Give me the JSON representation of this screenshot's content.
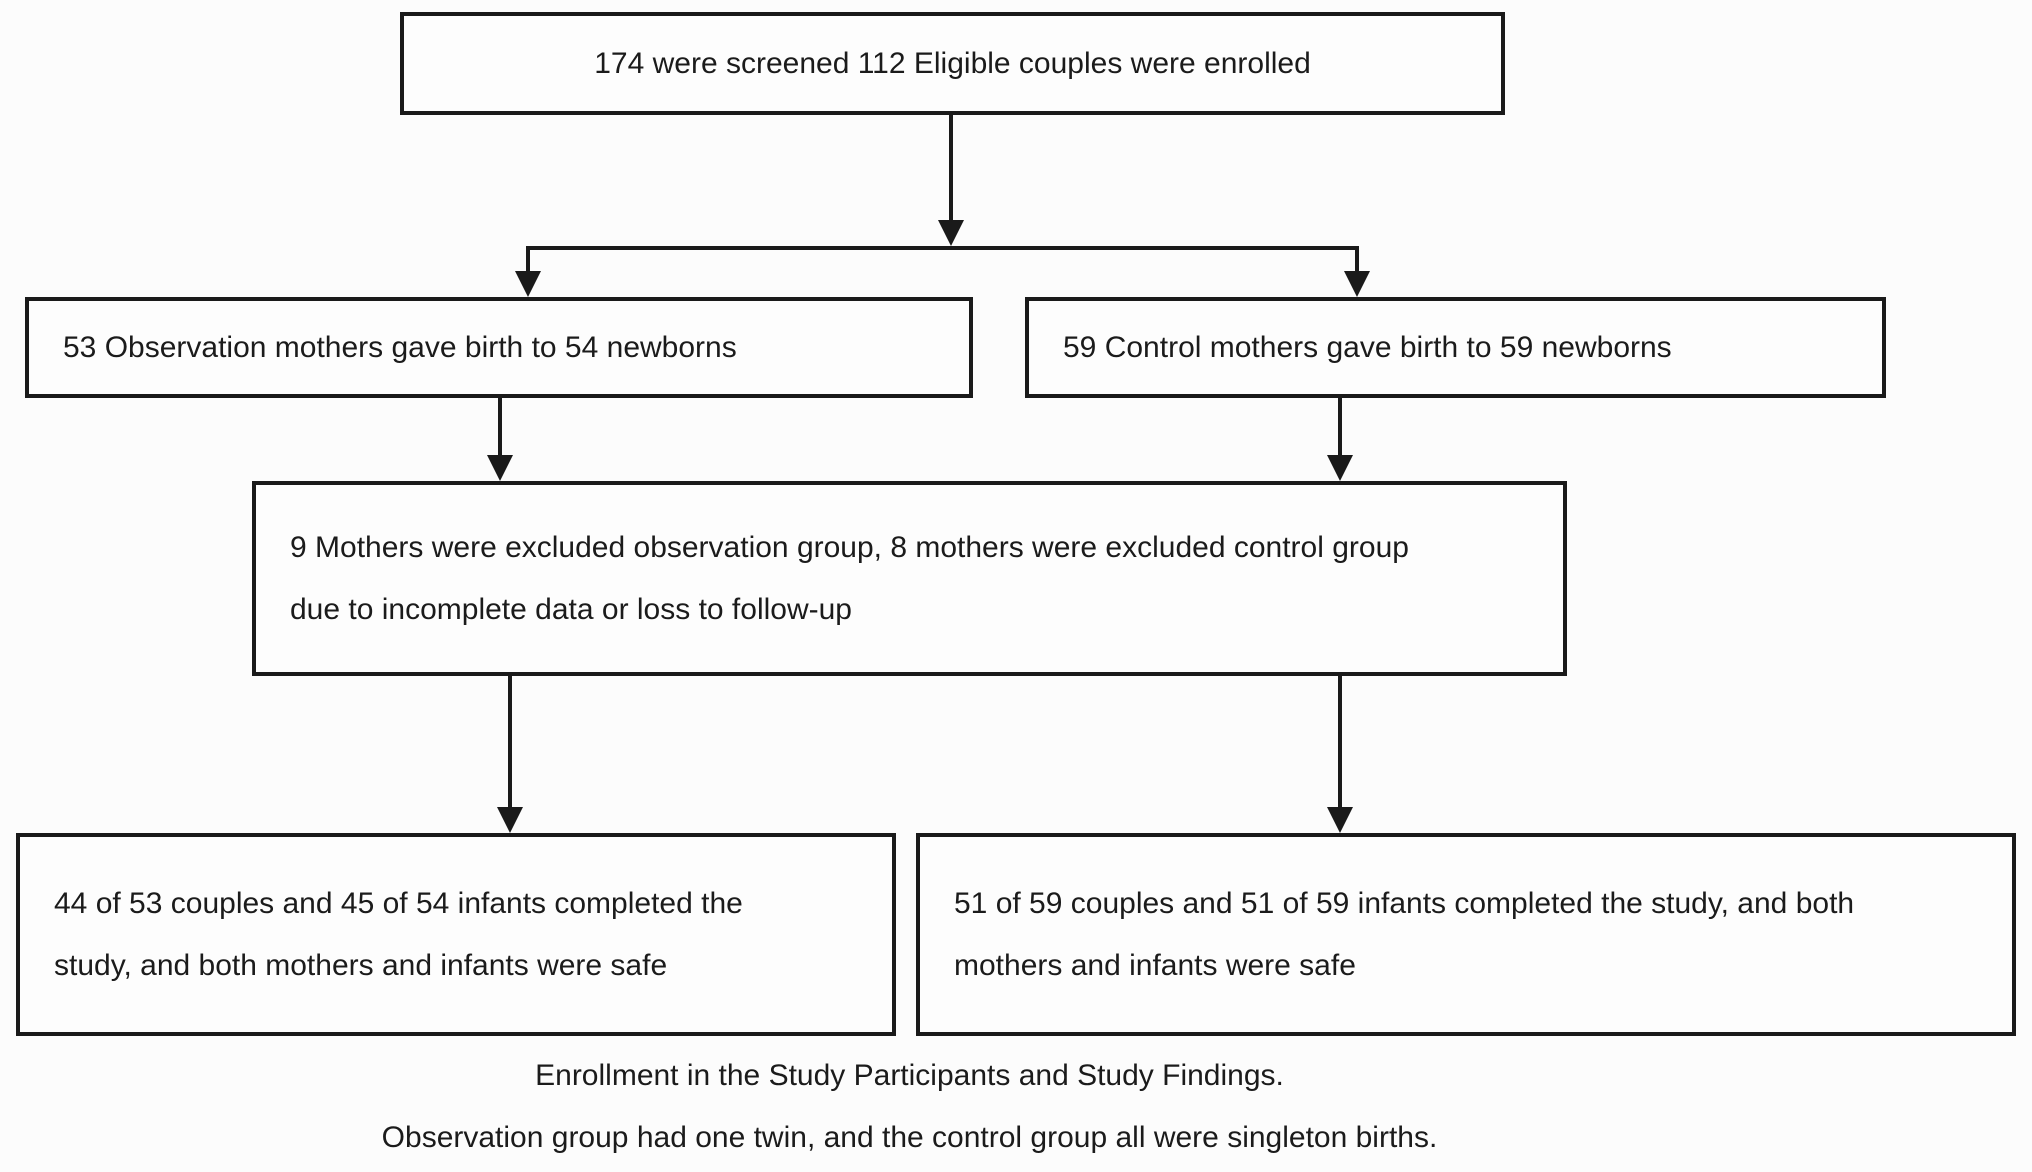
{
  "flowchart": {
    "nodes": [
      {
        "id": "screened-enrolled",
        "lines": [
          "174 were screened 112 Eligible couples were enrolled"
        ]
      },
      {
        "id": "observation-births",
        "lines": [
          "53 Observation mothers gave birth to 54 newborns"
        ]
      },
      {
        "id": "control-births",
        "lines": [
          "59 Control mothers gave birth to 59 newborns"
        ]
      },
      {
        "id": "excluded",
        "lines": [
          "9 Mothers were excluded observation group, 8 mothers were excluded control group",
          "due to incomplete data or loss to follow-up"
        ]
      },
      {
        "id": "observation-completed",
        "lines": [
          "44 of 53 couples and 45 of 54 infants completed the",
          "study, and both mothers and infants were safe"
        ]
      },
      {
        "id": "control-completed",
        "lines": [
          "51 of 59 couples and 51 of 59 infants completed the study, and both",
          "mothers and infants were safe"
        ]
      }
    ],
    "caption": {
      "line1": "Enrollment in the Study Participants and Study Findings.",
      "line2": "Observation group had one twin, and the control group all were singleton births."
    },
    "style": {
      "line_color": "#1a1a1a",
      "text_color": "#1b1b1b",
      "box_background": "#fdfdfd",
      "page_background": "#fcfcfc"
    }
  }
}
